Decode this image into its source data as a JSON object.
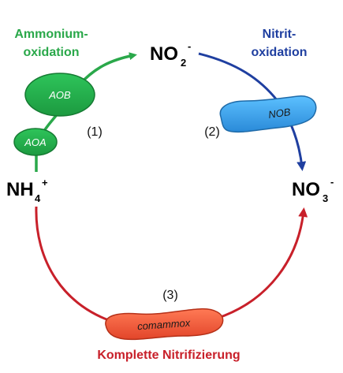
{
  "labels": {
    "ammonium_oxidation_line1": "Ammonium-",
    "ammonium_oxidation_line2": "oxidation",
    "nitrit_oxidation_line1": "Nitrit-",
    "nitrit_oxidation_line2": "oxidation",
    "komplette_nitrifizierung": "Komplette Nitrifizierung"
  },
  "species": {
    "nitrite": {
      "base": "NO",
      "sub": "2",
      "sup": "-"
    },
    "ammonium": {
      "base": "NH",
      "sub": "4",
      "sup": "+"
    },
    "nitrate": {
      "base": "NO",
      "sub": "3",
      "sup": "-"
    }
  },
  "organisms": {
    "aob": "AOB",
    "aoa": "AOA",
    "nob": "NOB",
    "comammox": "comammox"
  },
  "steps": {
    "step1": "(1)",
    "step2": "(2)",
    "step3": "(3)"
  },
  "colors": {
    "green": "#2aa84a",
    "blue": "#1f3fa0",
    "red": "#c8202a",
    "aob_fill": "#22b14c",
    "nob_fill": "#3aa0e8",
    "comammox_fill": "#f05a3a"
  }
}
